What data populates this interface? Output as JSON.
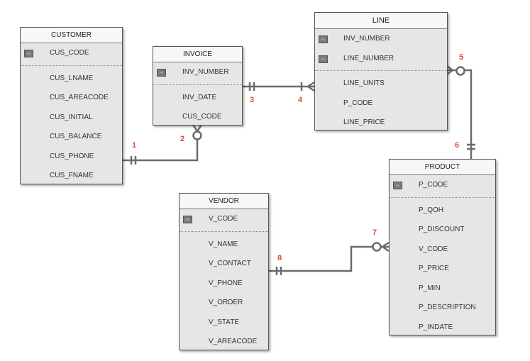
{
  "entities": {
    "customer": {
      "title": "CUSTOMER",
      "pk_badge": "PK",
      "pk": [
        "CUS_CODE"
      ],
      "attrs": [
        "CUS_LNAME",
        "CUS_AREACODE",
        "CUS_INITIAL",
        "CUS_BALANCE",
        "CUS_PHONE",
        "CUS_FNAME"
      ]
    },
    "invoice": {
      "title": "INVOICE",
      "pk_badge": "PK",
      "pk": [
        "INV_NUMBER"
      ],
      "attrs": [
        "INV_DATE",
        "CUS_CODE"
      ]
    },
    "line": {
      "title": "LINE",
      "pk_badge": "PK",
      "pk": [
        "INV_NUMBER",
        "LINE_NUMBER"
      ],
      "attrs": [
        "LINE_UNITS",
        "P_CODE",
        "LINE_PRICE"
      ]
    },
    "product": {
      "title": "PRODUCT",
      "pk_badge": "PK",
      "pk": [
        "P_CODE"
      ],
      "attrs": [
        "P_QOH",
        "P_DISCOUNT",
        "V_CODE",
        "P_PRICE",
        "P_MIN",
        "P_DESCRIPTION",
        "P_INDATE"
      ]
    },
    "vendor": {
      "title": "VENDOR",
      "pk_badge": "PK",
      "pk": [
        "V_CODE"
      ],
      "attrs": [
        "V_NAME",
        "V_CONTACT",
        "V_PHONE",
        "V_ORDER",
        "V_STATE",
        "V_AREACODE"
      ]
    }
  },
  "labels": [
    "1",
    "2",
    "3",
    "4",
    "5",
    "6",
    "7",
    "8"
  ],
  "colors": {
    "label": "#e8413a",
    "line": "#6b6b6b",
    "entity_fill": "#e6e6e6"
  }
}
